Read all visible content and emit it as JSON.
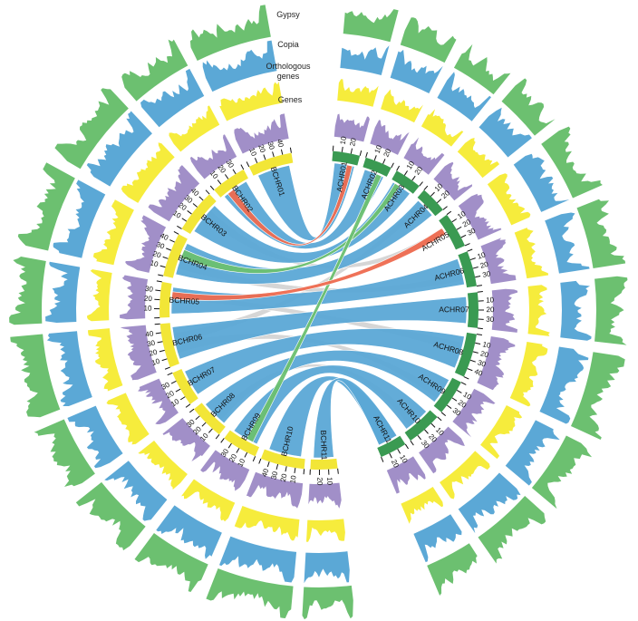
{
  "tracks": {
    "gypsy": "Gypsy",
    "copia": "Copia",
    "ortho_line1": "Orthologous",
    "ortho_line2": "genes",
    "genes": "Genes"
  },
  "colors": {
    "gypsy": "#6cc070",
    "copia": "#5ba8d6",
    "orthologous": "#f6ec3c",
    "genes": "#a18fc8",
    "achr_ideogram": "#3a9a52",
    "bchr_ideogram": "#f2e637",
    "link_main": "#5ba8d6",
    "link_grey": "#cfcfcf",
    "link_red": "#ee6a4f",
    "link_green": "#6cc070"
  },
  "chromosomes": [
    {
      "name": "ACHR01",
      "ticks": [
        "10",
        "20"
      ]
    },
    {
      "name": "ACHR02",
      "ticks": [
        "10",
        "20"
      ]
    },
    {
      "name": "ACHR03",
      "ticks": [
        "10",
        "20"
      ]
    },
    {
      "name": "ACHR04",
      "ticks": [
        "10",
        "20"
      ]
    },
    {
      "name": "ACHR05",
      "ticks": [
        "10",
        "20",
        "30"
      ]
    },
    {
      "name": "ACHR06",
      "ticks": [
        "10",
        "20",
        "30"
      ]
    },
    {
      "name": "ACHR07",
      "ticks": [
        "10",
        "20",
        "30"
      ]
    },
    {
      "name": "ACHR08",
      "ticks": [
        "10",
        "20",
        "30",
        "40"
      ]
    },
    {
      "name": "ACHR09",
      "ticks": [
        "10",
        "20",
        "30"
      ]
    },
    {
      "name": "ACHR10",
      "ticks": [
        "10",
        "20",
        "30"
      ]
    },
    {
      "name": "ACHR11",
      "ticks": [
        "10",
        "20"
      ]
    },
    {
      "name": "BCHR11",
      "ticks": [
        "10",
        "20"
      ]
    },
    {
      "name": "BCHR10",
      "ticks": [
        "10",
        "20",
        "30",
        "40"
      ]
    },
    {
      "name": "BCHR09",
      "ticks": [
        "10",
        "20",
        "30"
      ]
    },
    {
      "name": "BCHR08",
      "ticks": [
        "10",
        "20",
        "30"
      ]
    },
    {
      "name": "BCHR07",
      "ticks": [
        "10",
        "20",
        "30"
      ]
    },
    {
      "name": "BCHR06",
      "ticks": [
        "10",
        "20",
        "30",
        "40"
      ]
    },
    {
      "name": "BCHR05",
      "ticks": [
        "10",
        "20",
        "30"
      ]
    },
    {
      "name": "BCHR04",
      "ticks": [
        "10",
        "20",
        "30",
        "40"
      ]
    },
    {
      "name": "BCHR03",
      "ticks": [
        "10",
        "20",
        "30",
        "40"
      ]
    },
    {
      "name": "BCHR02",
      "ticks": [
        "10",
        "20",
        "30"
      ]
    },
    {
      "name": "BCHR01",
      "ticks": [
        "10",
        "20",
        "30",
        "40"
      ]
    }
  ],
  "links": [
    {
      "from": "ACHR01",
      "to": "BCHR01",
      "kind": "main"
    },
    {
      "from": "ACHR02",
      "to": "BCHR02",
      "kind": "main"
    },
    {
      "from": "ACHR03",
      "to": "BCHR03",
      "kind": "main"
    },
    {
      "from": "ACHR04",
      "to": "BCHR04",
      "kind": "main"
    },
    {
      "from": "ACHR05",
      "to": "BCHR05",
      "kind": "red"
    },
    {
      "from": "ACHR06",
      "to": "BCHR05",
      "kind": "main"
    },
    {
      "from": "ACHR07",
      "to": "BCHR06",
      "kind": "main"
    },
    {
      "from": "ACHR08",
      "to": "BCHR07",
      "kind": "main"
    },
    {
      "from": "ACHR09",
      "to": "BCHR08",
      "kind": "main"
    },
    {
      "from": "ACHR10",
      "to": "BCHR09",
      "kind": "main"
    },
    {
      "from": "ACHR11",
      "to": "BCHR10",
      "kind": "main"
    },
    {
      "from": "ACHR11",
      "to": "BCHR11",
      "kind": "main"
    },
    {
      "from": "ACHR01",
      "to": "BCHR02",
      "kind": "red"
    },
    {
      "from": "ACHR03",
      "to": "BCHR04",
      "kind": "green"
    },
    {
      "from": "ACHR02",
      "to": "BCHR09",
      "kind": "green"
    },
    {
      "from": "ACHR04",
      "to": "BCHR06",
      "kind": "grey"
    },
    {
      "from": "ACHR06",
      "to": "BCHR04",
      "kind": "grey"
    },
    {
      "from": "ACHR08",
      "to": "BCHR05",
      "kind": "grey"
    },
    {
      "from": "ACHR09",
      "to": "BCHR06",
      "kind": "grey"
    },
    {
      "from": "ACHR05",
      "to": "BCHR03",
      "kind": "grey"
    },
    {
      "from": "ACHR10",
      "to": "BCHR08",
      "kind": "grey"
    }
  ]
}
